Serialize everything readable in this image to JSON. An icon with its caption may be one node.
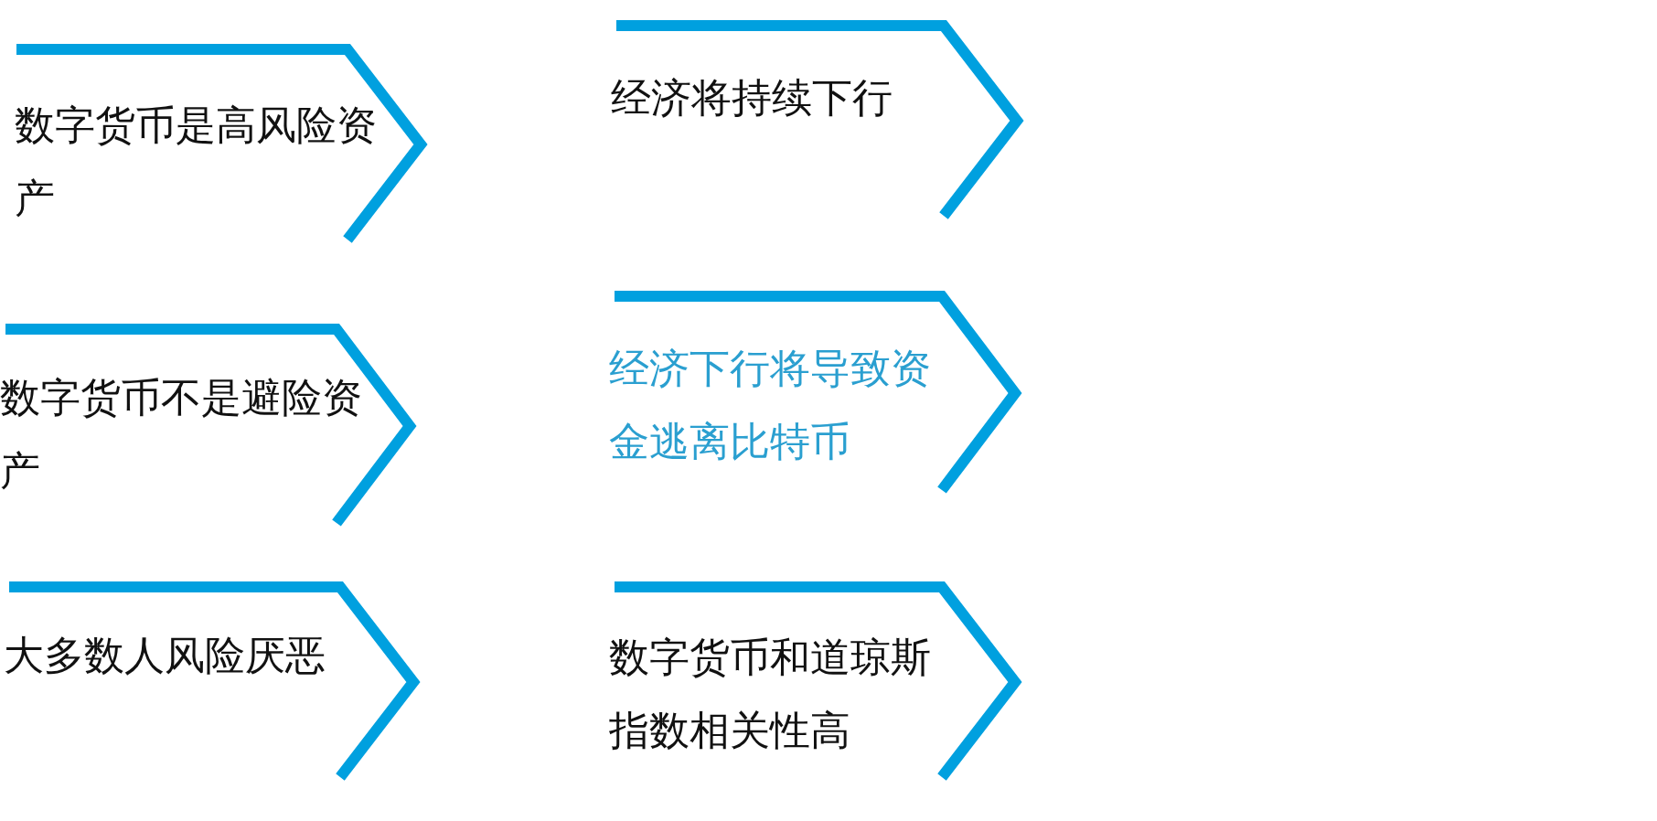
{
  "diagram": {
    "nodes": [
      {
        "text": [
          "数字货币是高风险资产"
        ]
      },
      {
        "text": [
          "经济将持续下行"
        ]
      },
      {
        "text": [
          "数字货币不是避险资产"
        ]
      },
      {
        "text": [
          "经济下行将导致资金逃离比特币"
        ]
      },
      {
        "text": [
          "大多数人风险厌恶"
        ]
      },
      {
        "text": [
          "数字货币和道琼斯指数相关性高"
        ]
      }
    ]
  }
}
